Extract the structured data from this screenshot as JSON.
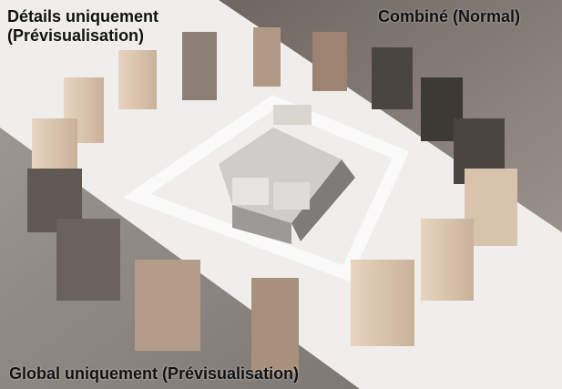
{
  "labels": {
    "details_line1": "Détails uniquement",
    "details_line2": "(Prévisualisation)",
    "combined": "Combiné (Normal)",
    "global": "Global uniquement (Prévisualisation)"
  },
  "colors": {
    "details_bg": "#f2f0ee",
    "combined_bg": "#7d736c",
    "global_bg": "#8e8884"
  }
}
